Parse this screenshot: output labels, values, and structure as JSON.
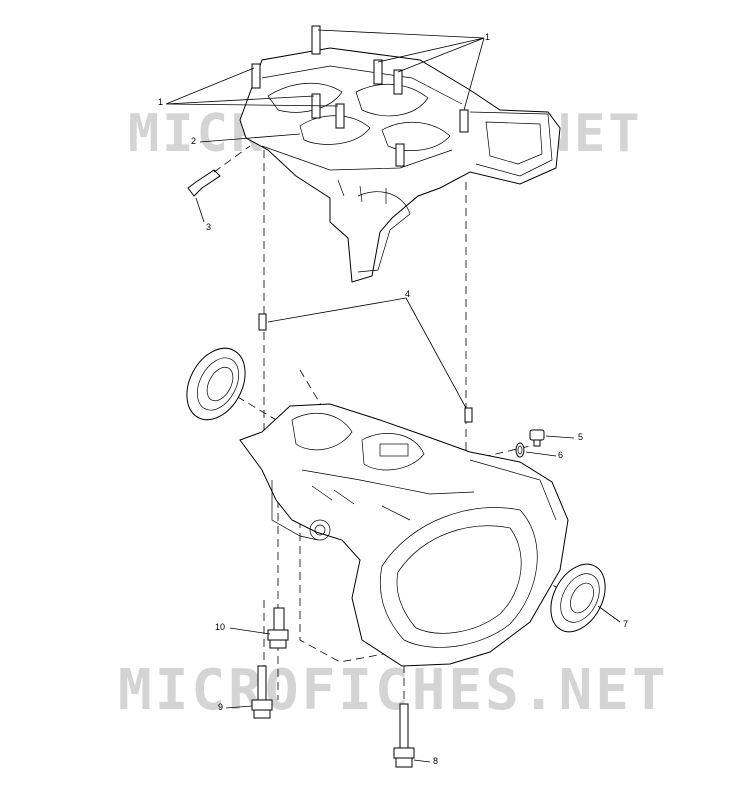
{
  "watermark": {
    "top": "MICROFICHES.NET",
    "bottom": "MICROFICHES.NET"
  },
  "callouts": [
    "1",
    "1",
    "2",
    "3",
    "4",
    "5",
    "6",
    "7",
    "8",
    "9",
    "10"
  ],
  "colors": {
    "line": "#000000",
    "watermark": "#d4d4d4",
    "background": "#ffffff"
  }
}
